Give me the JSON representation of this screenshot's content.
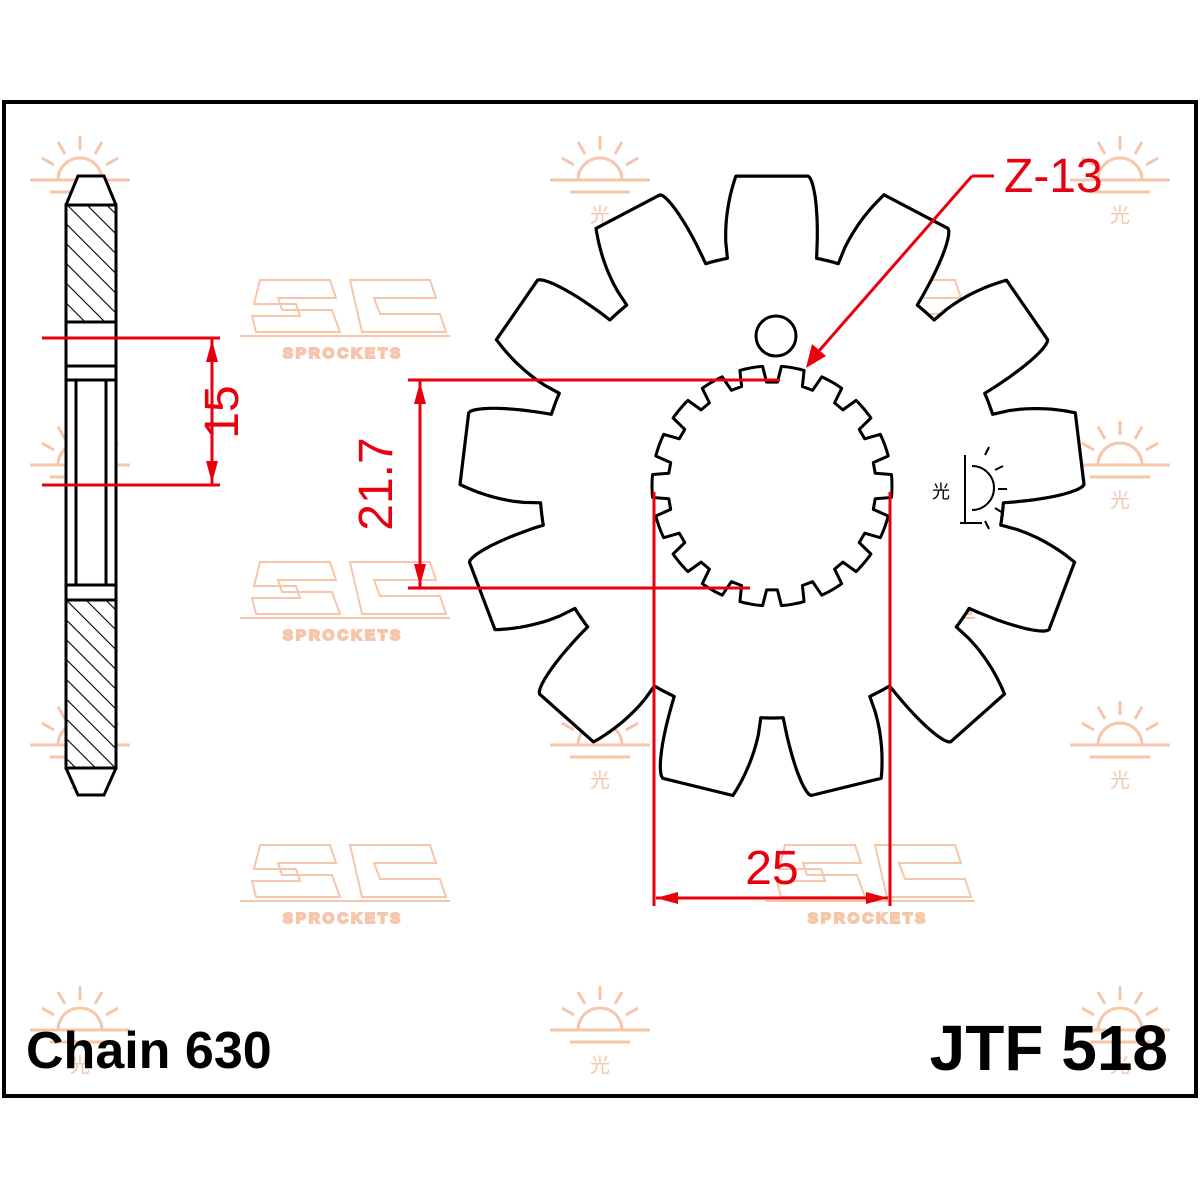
{
  "diagram": {
    "teeth_label": "Z-13",
    "pitch_label": "15",
    "inner_label": "21.7",
    "outer_label": "25",
    "chain_label": "Chain 630",
    "part_label": "JTF 518",
    "watermark_text": "SPROCKETS",
    "teeth_count": 13,
    "spline_count": 18
  },
  "colors": {
    "dimension": "#e8000e",
    "outline": "#000000",
    "watermark": "#f5c6aa"
  }
}
